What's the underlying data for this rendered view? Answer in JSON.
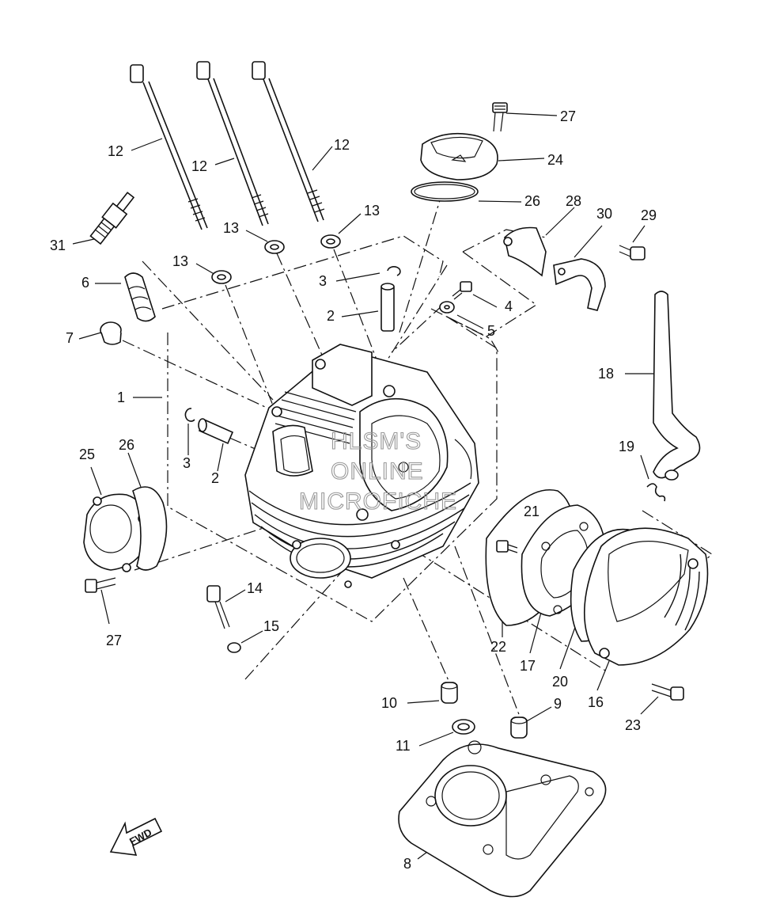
{
  "watermark": {
    "line1": "HLSM'S",
    "line2": "ONLINE",
    "line3": "MICROFICHE"
  },
  "fwd_label": "FWD",
  "callouts": [
    {
      "id": "c12a",
      "text": "12"
    },
    {
      "id": "c12b",
      "text": "12"
    },
    {
      "id": "c12c",
      "text": "12"
    },
    {
      "id": "c13a",
      "text": "13"
    },
    {
      "id": "c13b",
      "text": "13"
    },
    {
      "id": "c13c",
      "text": "13"
    },
    {
      "id": "c27a",
      "text": "27"
    },
    {
      "id": "c24",
      "text": "24"
    },
    {
      "id": "c26a",
      "text": "26"
    },
    {
      "id": "c28",
      "text": "28"
    },
    {
      "id": "c30",
      "text": "30"
    },
    {
      "id": "c29",
      "text": "29"
    },
    {
      "id": "c31",
      "text": "31"
    },
    {
      "id": "c6",
      "text": "6"
    },
    {
      "id": "c3a",
      "text": "3"
    },
    {
      "id": "c4",
      "text": "4"
    },
    {
      "id": "c2a",
      "text": "2"
    },
    {
      "id": "c5",
      "text": "5"
    },
    {
      "id": "c7",
      "text": "7"
    },
    {
      "id": "c18",
      "text": "18"
    },
    {
      "id": "c1",
      "text": "1"
    },
    {
      "id": "c3b",
      "text": "3"
    },
    {
      "id": "c2b",
      "text": "2"
    },
    {
      "id": "c25",
      "text": "25"
    },
    {
      "id": "c26b",
      "text": "26"
    },
    {
      "id": "c19",
      "text": "19"
    },
    {
      "id": "c21",
      "text": "21"
    },
    {
      "id": "c14",
      "text": "14"
    },
    {
      "id": "c15",
      "text": "15"
    },
    {
      "id": "c27b",
      "text": "27"
    },
    {
      "id": "c22",
      "text": "22"
    },
    {
      "id": "c17",
      "text": "17"
    },
    {
      "id": "c20",
      "text": "20"
    },
    {
      "id": "c16",
      "text": "16"
    },
    {
      "id": "c23",
      "text": "23"
    },
    {
      "id": "c10",
      "text": "10"
    },
    {
      "id": "c9",
      "text": "9"
    },
    {
      "id": "c11",
      "text": "11"
    },
    {
      "id": "c8",
      "text": "8"
    }
  ]
}
